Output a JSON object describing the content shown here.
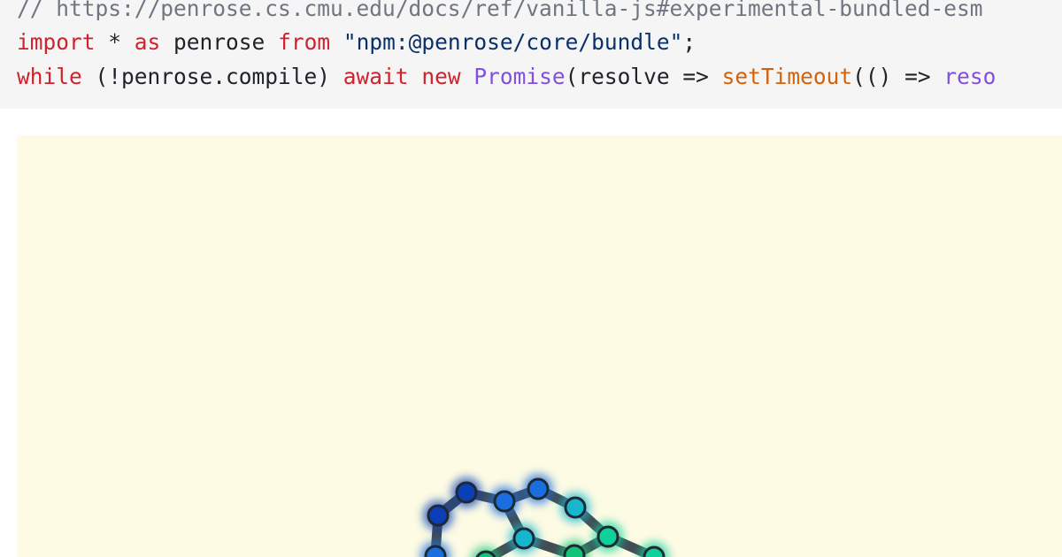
{
  "code": {
    "line1": {
      "comment": "// https://penrose.cs.cmu.edu/docs/ref/vanilla-js#experimental-bundled-esm"
    },
    "line2": {
      "kw_import": "import",
      "star": " * ",
      "kw_as": "as",
      "ident": " penrose ",
      "kw_from": "from",
      "space": " ",
      "module_string": "\"npm:@penrose/core/bundle\"",
      "semicolon": ";"
    },
    "line3": {
      "kw_while": "while",
      "cond": " (!penrose.compile) ",
      "kw_await": "await",
      "space1": " ",
      "kw_new": "new",
      "space2": " ",
      "class_promise": "Promise",
      "args": "(resolve => ",
      "fn_settimeout": "setTimeout",
      "arrow": "(() => ",
      "truncated": "reso"
    }
  },
  "diagram": {
    "background": "#fdfbe4",
    "edge_color": "#2f3a44",
    "node_colors": [
      "#0b3fb8",
      "#1a6fe0",
      "#16b6cf",
      "#0fd19a",
      "#12c47a"
    ]
  }
}
